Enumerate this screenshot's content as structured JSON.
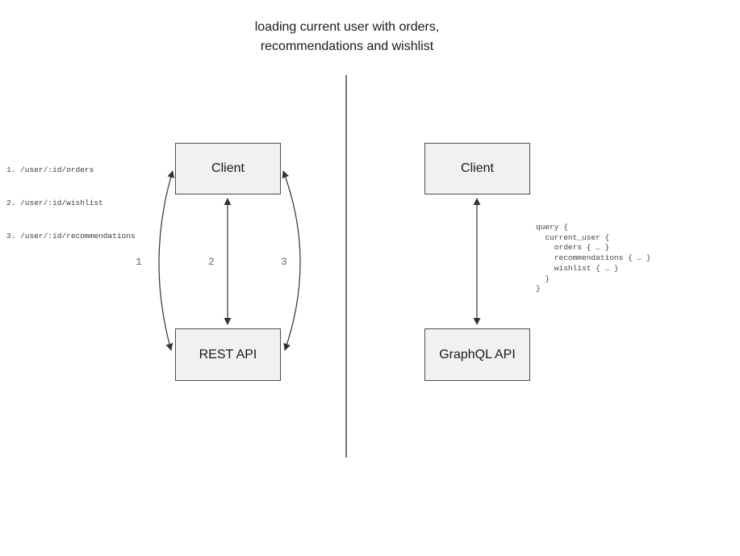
{
  "title": {
    "line1": "loading current user with orders,",
    "line2": "recommendations and wishlist"
  },
  "rest_panel": {
    "endpoints": [
      "1. /user/:id/orders",
      "2. /user/:id/wishlist",
      "3. /user/:id/recommendations"
    ],
    "client_label": "Client",
    "api_label": "REST API",
    "arrow_labels": [
      "1",
      "2",
      "3"
    ]
  },
  "graphql_panel": {
    "client_label": "Client",
    "api_label": "GraphQL API",
    "query_lines": [
      "query {",
      "  current_user {",
      "    orders { … }",
      "    recommendations { … }",
      "    wishlist { … }",
      "  }",
      "}"
    ]
  },
  "colors": {
    "background": "#ffffff",
    "box_fill": "#f1f1f1",
    "box_border": "#4d4d4d",
    "arrow_line": "#333333",
    "divider": "#4d4d4d",
    "muted_text": "#6b6b6b",
    "code_text": "#444444"
  }
}
